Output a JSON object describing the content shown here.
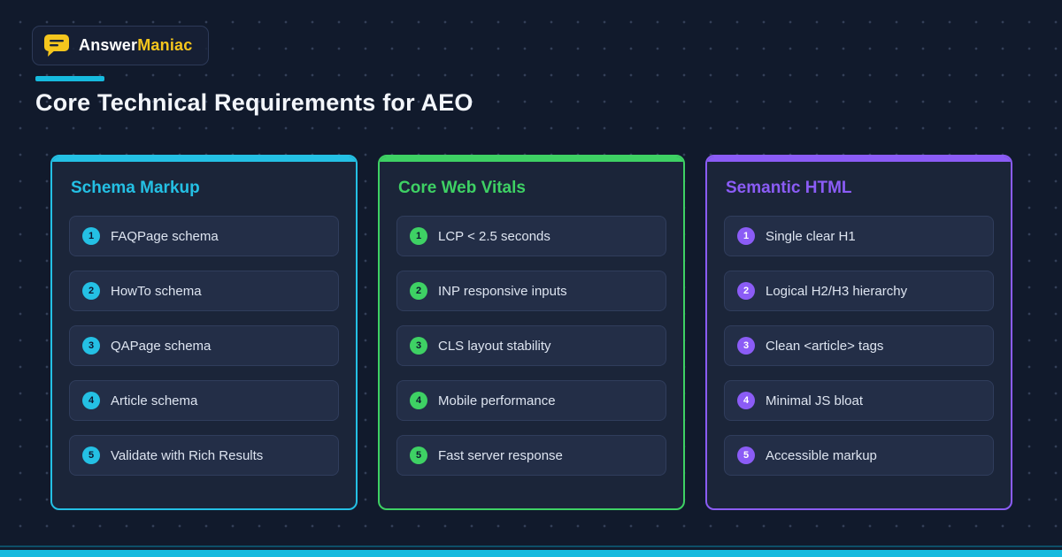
{
  "brand": {
    "name_primary": "Answer",
    "name_secondary": "Maniac"
  },
  "header": {
    "title": "Core Technical Requirements for AEO"
  },
  "cards": [
    {
      "title": "Schema Markup",
      "accent": "#24c0e4",
      "items": [
        {
          "num": "1",
          "label": "FAQPage schema"
        },
        {
          "num": "2",
          "label": "HowTo schema"
        },
        {
          "num": "3",
          "label": "QAPage schema"
        },
        {
          "num": "4",
          "label": "Article schema"
        },
        {
          "num": "5",
          "label": "Validate with Rich Results"
        }
      ]
    },
    {
      "title": "Core Web Vitals",
      "accent": "#3ed164",
      "items": [
        {
          "num": "1",
          "label": "LCP < 2.5 seconds"
        },
        {
          "num": "2",
          "label": "INP responsive inputs"
        },
        {
          "num": "3",
          "label": "CLS layout stability"
        },
        {
          "num": "4",
          "label": "Mobile performance"
        },
        {
          "num": "5",
          "label": "Fast server response"
        }
      ]
    },
    {
      "title": "Semantic HTML",
      "accent": "#8b5cf6",
      "items": [
        {
          "num": "1",
          "label": "Single clear H1"
        },
        {
          "num": "2",
          "label": "Logical H2/H3 hierarchy"
        },
        {
          "num": "3",
          "label": "Clean <article> tags"
        },
        {
          "num": "4",
          "label": "Minimal JS bloat"
        },
        {
          "num": "5",
          "label": "Accessible markup"
        }
      ]
    }
  ],
  "colors": {
    "background": "#111a2c",
    "card_bg": "#1b2539",
    "item_bg": "#232e47",
    "cyan": "#24c0e4",
    "green": "#3ed164",
    "purple": "#8b5cf6",
    "yellow": "#f5c61d",
    "footer_bar": "#16bade"
  }
}
